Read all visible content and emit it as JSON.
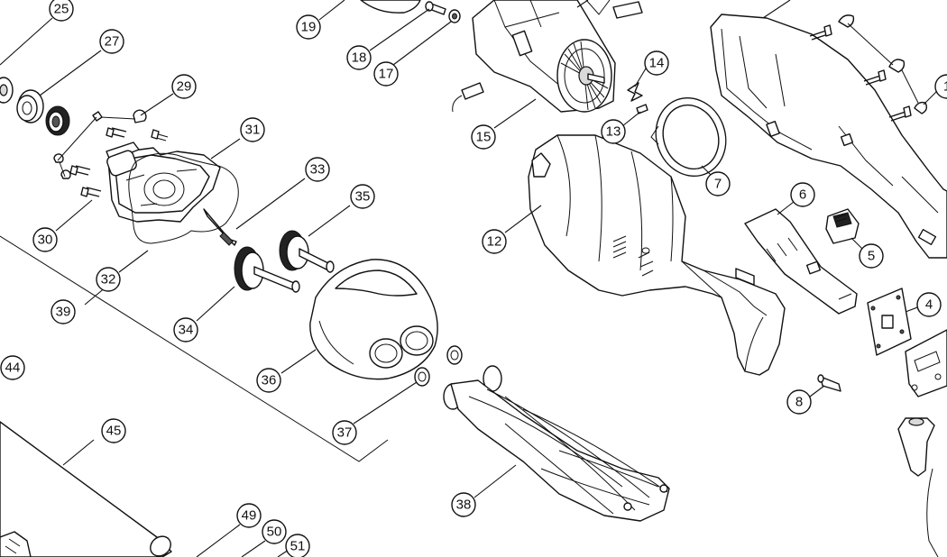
{
  "diagram": {
    "type": "exploded-parts-view",
    "callouts": [
      {
        "id": "c25",
        "label": "25"
      },
      {
        "id": "c27",
        "label": "27"
      },
      {
        "id": "c29",
        "label": "29"
      },
      {
        "id": "c30",
        "label": "30"
      },
      {
        "id": "c31",
        "label": "31"
      },
      {
        "id": "c32",
        "label": "32"
      },
      {
        "id": "c33",
        "label": "33"
      },
      {
        "id": "c34",
        "label": "34"
      },
      {
        "id": "c35",
        "label": "35"
      },
      {
        "id": "c36",
        "label": "36"
      },
      {
        "id": "c37",
        "label": "37"
      },
      {
        "id": "c38",
        "label": "38"
      },
      {
        "id": "c39",
        "label": "39"
      },
      {
        "id": "c44",
        "label": "44"
      },
      {
        "id": "c45",
        "label": "45"
      },
      {
        "id": "c49",
        "label": "49"
      },
      {
        "id": "c50",
        "label": "50"
      },
      {
        "id": "c51",
        "label": "51"
      },
      {
        "id": "c19",
        "label": "19"
      },
      {
        "id": "c18",
        "label": "18"
      },
      {
        "id": "c17",
        "label": "17"
      },
      {
        "id": "c15",
        "label": "15"
      },
      {
        "id": "c14",
        "label": "14"
      },
      {
        "id": "c13",
        "label": "13"
      },
      {
        "id": "c12",
        "label": "12"
      },
      {
        "id": "c7",
        "label": "7"
      },
      {
        "id": "c6",
        "label": "6"
      },
      {
        "id": "c5",
        "label": "5"
      },
      {
        "id": "c4",
        "label": "4"
      },
      {
        "id": "c8",
        "label": "8"
      },
      {
        "id": "c1",
        "label": "1"
      }
    ]
  }
}
